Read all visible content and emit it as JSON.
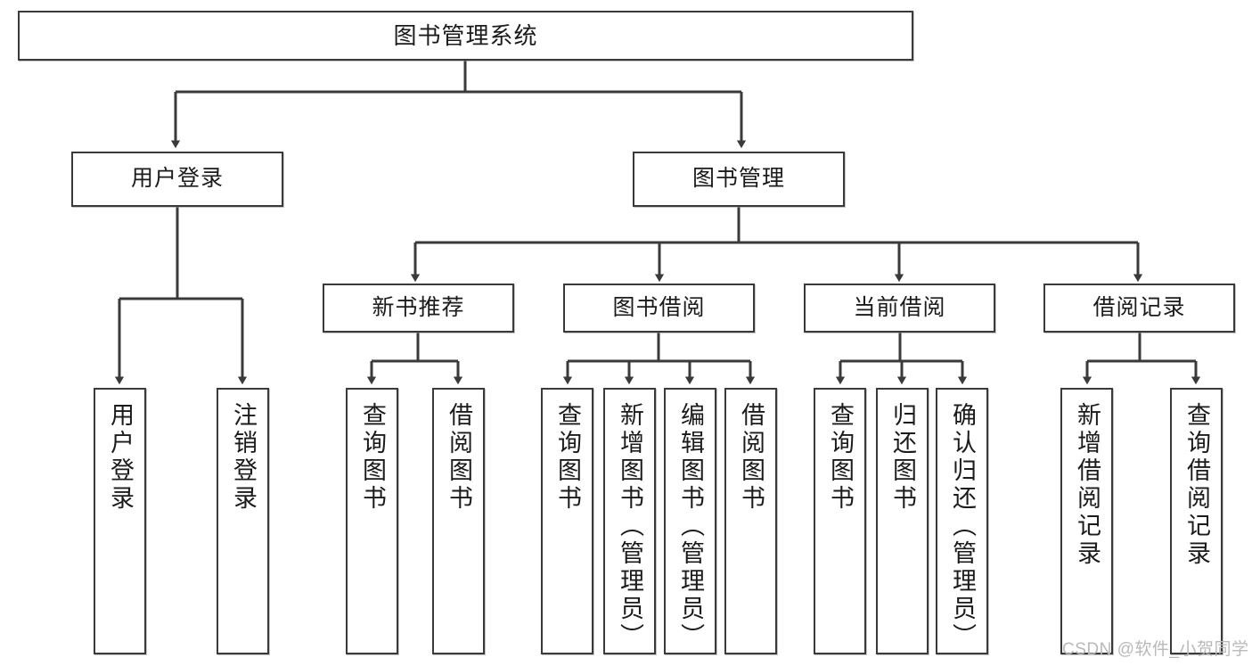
{
  "diagram": {
    "title": "图书管理系统",
    "type": "tree-hierarchy-diagram",
    "colors": {
      "stroke": "#3a3a3a",
      "fill": "#ffffff",
      "text": "#1b1b1b",
      "watermark": "#b9b9b9",
      "background": "#ffffff"
    },
    "root": {
      "id": "root",
      "label": "图书管理系统"
    },
    "level2": [
      {
        "id": "user-login",
        "label": "用户登录"
      },
      {
        "id": "book-management",
        "label": "图书管理"
      }
    ],
    "level3": [
      {
        "id": "new-book-recommend",
        "label": "新书推荐"
      },
      {
        "id": "book-borrow",
        "label": "图书借阅"
      },
      {
        "id": "current-borrow",
        "label": "当前借阅"
      },
      {
        "id": "borrow-record",
        "label": "借阅记录"
      }
    ],
    "leaves": {
      "user_login": [
        {
          "id": "leaf-user-login",
          "label": "用户登录"
        },
        {
          "id": "leaf-logout-login",
          "label": "注销登录"
        }
      ],
      "new_book_recommend": [
        {
          "id": "leaf-query-book-1",
          "label": "查询图书"
        },
        {
          "id": "leaf-borrow-book-1",
          "label": "借阅图书"
        }
      ],
      "book_borrow": [
        {
          "id": "leaf-query-book-2",
          "label": "查询图书"
        },
        {
          "id": "leaf-add-book",
          "label": "新增图书（管理员）"
        },
        {
          "id": "leaf-edit-book",
          "label": "编辑图书（管理员）"
        },
        {
          "id": "leaf-borrow-book-2",
          "label": "借阅图书"
        }
      ],
      "current_borrow": [
        {
          "id": "leaf-query-book-3",
          "label": "查询图书"
        },
        {
          "id": "leaf-return-book",
          "label": "归还图书"
        },
        {
          "id": "leaf-confirm-return",
          "label": "确认归还（管理员）"
        }
      ],
      "borrow_record": [
        {
          "id": "leaf-add-borrow-record",
          "label": "新增借阅记录"
        },
        {
          "id": "leaf-query-borrow-record",
          "label": "查询借阅记录"
        }
      ]
    }
  },
  "watermark": {
    "text": "CSDN @软件_小贺同学"
  }
}
